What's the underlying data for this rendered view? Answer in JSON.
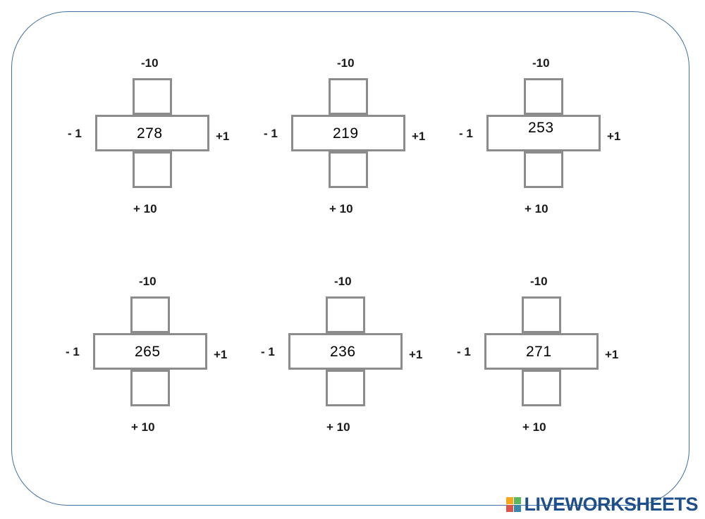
{
  "labels": {
    "top": "-10",
    "left": "- 1",
    "right": "+1",
    "bottom": "+ 10"
  },
  "puzzles": [
    {
      "value": "278"
    },
    {
      "value": "219"
    },
    {
      "value": "253"
    },
    {
      "value": "265"
    },
    {
      "value": "236"
    },
    {
      "value": "271"
    }
  ],
  "brand": {
    "name": "LIVEWORKSHEETS",
    "color": "#1e4f8a",
    "mark_colors": [
      "#f4a71f",
      "#5cb85c",
      "#d9534f",
      "#3a87ad"
    ]
  },
  "frame_color": "#3f6fa0"
}
